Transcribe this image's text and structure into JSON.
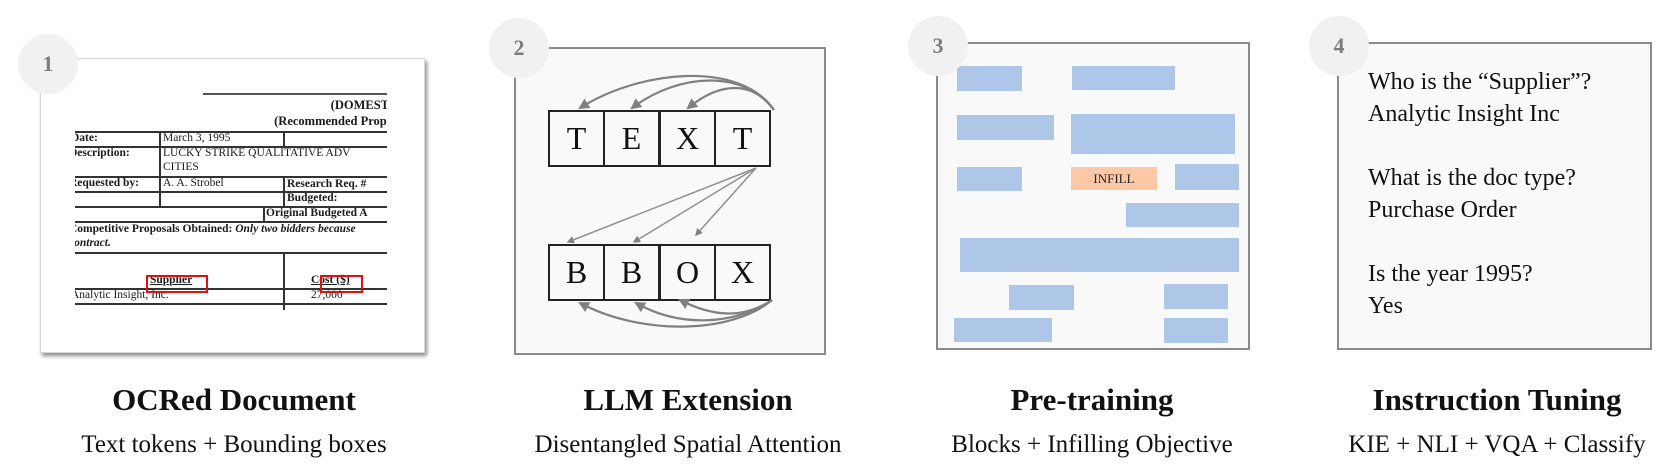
{
  "steps": [
    {
      "number": "1",
      "title": "OCRed Document",
      "subtitle": "Text tokens + Bounding boxes",
      "document": {
        "heading_line1": "(DOMEST",
        "heading_line2": "(Recommended Propo",
        "rows": [
          {
            "label": "Date:",
            "value": "March 3, 1995"
          },
          {
            "label": "Description:",
            "value": "LUCKY STRIKE QUALITATIVE ADV",
            "value2": "CITIES"
          },
          {
            "label": "Requested by:",
            "value": "A. A. Strobel",
            "extra": "Research Req. #"
          },
          {
            "extra": "Budgeted:"
          },
          {
            "extra": "Original Budgeted A"
          }
        ],
        "proposals_label": "Competitive Proposals Obtained:",
        "proposals_text": "Only two bidders because",
        "proposals_text2": "contract.",
        "table_headers": [
          "Supplier",
          "Cost ($)"
        ],
        "table_rows": [
          [
            "Analytic Insight, Inc.",
            "27,000"
          ]
        ],
        "highlighted_fields": [
          "Supplier",
          "Cost ($)"
        ]
      }
    },
    {
      "number": "2",
      "title": "LLM Extension",
      "subtitle": "Disentangled Spatial Attention",
      "text_tokens": [
        "T",
        "E",
        "X",
        "T"
      ],
      "bbox_tokens": [
        "B",
        "B",
        "O",
        "X"
      ]
    },
    {
      "number": "3",
      "title": "Pre-training",
      "subtitle": "Blocks + Infilling Objective",
      "infill_label": "INFILL"
    },
    {
      "number": "4",
      "title": "Instruction Tuning",
      "subtitle": "KIE + NLI + VQA + Classify",
      "qa_pairs": [
        {
          "question": "Who is the “Supplier”?",
          "answer": "Analytic Insight Inc"
        },
        {
          "question": "What is the doc type?",
          "answer": "Purchase Order"
        },
        {
          "question": "Is the year 1995?",
          "answer": "Yes"
        }
      ]
    }
  ],
  "colors": {
    "block_blue": "#aec6e8",
    "infill_orange": "#fdc8a5",
    "highlight_red": "#e01010",
    "arrow_gray": "#808080",
    "badge_bg": "#f1f1f1",
    "badge_text": "#7d7d7d"
  }
}
